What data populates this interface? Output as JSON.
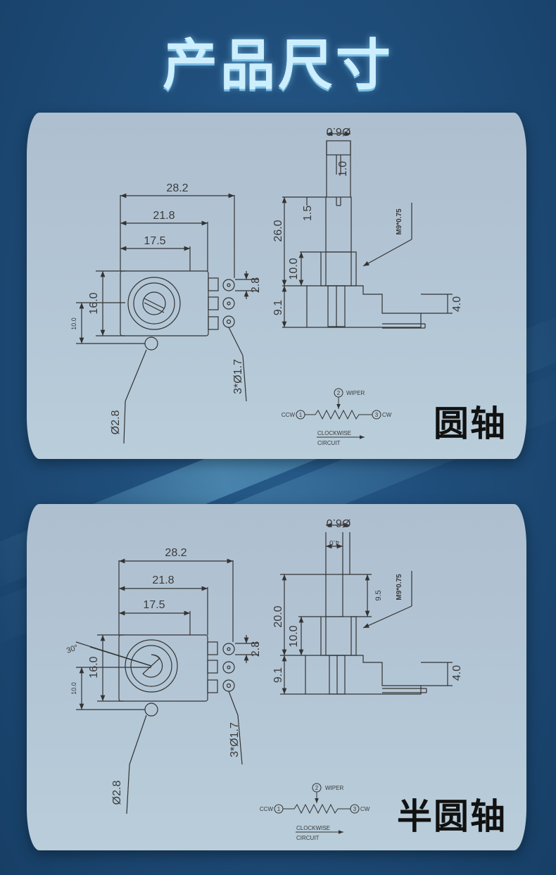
{
  "title": "产品尺寸",
  "panels": [
    {
      "caption": "圆轴",
      "dims": {
        "w_total": "28.2",
        "w_mid": "21.8",
        "w_inner": "17.5",
        "h_body": "16.0",
        "h_small": "10.0",
        "pin_pitch": "2.8",
        "pin_hole": "3*Ø1.7",
        "mount": "Ø2.8",
        "shaft_dia": "Ø6.0",
        "slot": "1.0",
        "slot_depth": "1.5",
        "shaft_len": "26.0",
        "bush_len": "10.0",
        "base_h": "9.1",
        "pin_h": "4.0",
        "thread": "M9*0.75"
      }
    },
    {
      "caption": "半圆轴",
      "dims": {
        "w_total": "28.2",
        "w_mid": "21.8",
        "w_inner": "17.5",
        "h_body": "16.0",
        "h_small": "10.0",
        "pin_pitch": "2.8",
        "pin_hole": "3*Ø1.7",
        "mount": "Ø2.8",
        "angle": "30°",
        "shaft_dia": "Ø6.0",
        "flat": "4.0",
        "flat_len": "9.5",
        "shaft_len": "20.0",
        "bush_len": "10.0",
        "base_h": "9.1",
        "pin_h": "4.0",
        "thread": "M9*0.75"
      }
    }
  ],
  "circuit": {
    "ccw": "CCW",
    "cw": "CW",
    "wiper": "WIPER",
    "pin1": "1",
    "pin2": "2",
    "pin3": "3",
    "clockwise": "CLOCKWISE",
    "circuit": "CIRCUIT"
  }
}
